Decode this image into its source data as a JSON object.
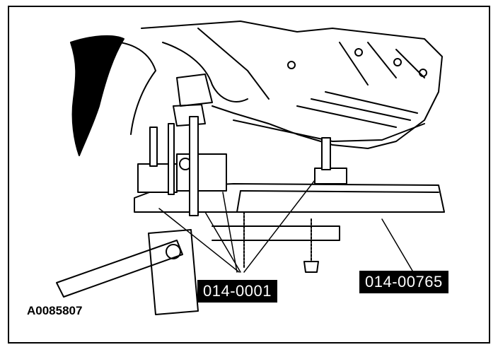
{
  "figure_id": "A0085807",
  "callouts": [
    {
      "id": "tool-1",
      "text": "014-0001"
    },
    {
      "id": "tool-2",
      "text": "014-00765"
    }
  ],
  "colors": {
    "ink": "#000000",
    "paper": "#ffffff"
  }
}
